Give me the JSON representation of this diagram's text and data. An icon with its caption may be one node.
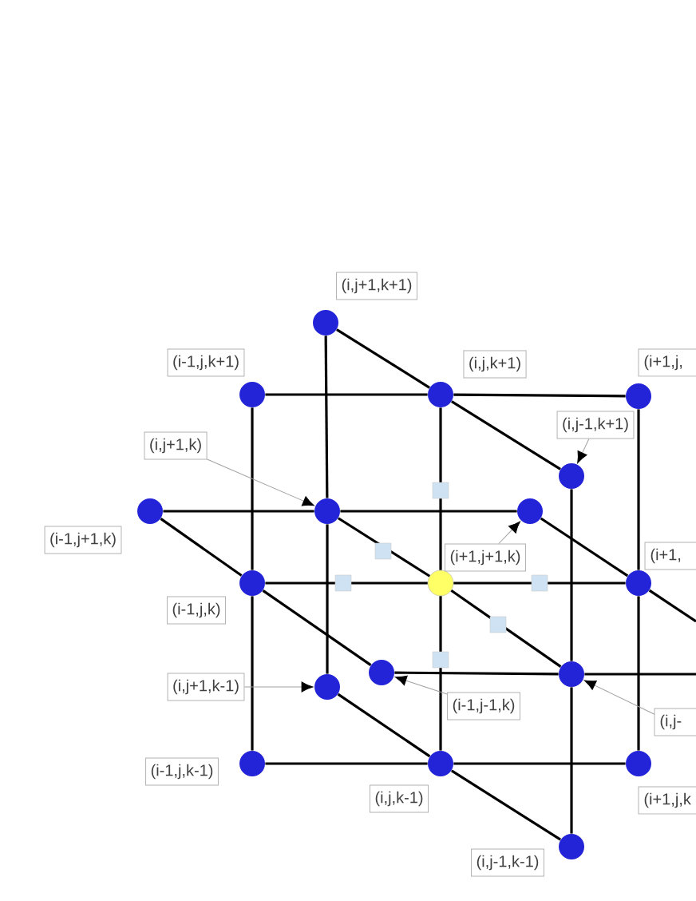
{
  "diagram": {
    "nodes": [
      {
        "text": [],
        "shape": "circle"
      },
      {
        "text": [],
        "shape": "circle"
      },
      {
        "text": [],
        "shape": "circle"
      },
      {
        "text": [],
        "shape": "circle"
      },
      {
        "text": [],
        "shape": "circle"
      },
      {
        "text": [],
        "shape": "circle"
      },
      {
        "text": [],
        "shape": "circle"
      },
      {
        "text": [],
        "shape": "circle"
      },
      {
        "text": [],
        "shape": "circle"
      },
      {
        "text": [],
        "shape": "circle"
      },
      {
        "text": [],
        "shape": "circle"
      },
      {
        "text": [],
        "shape": "circle"
      },
      {
        "text": [],
        "shape": "circle"
      },
      {
        "text": [],
        "shape": "circle"
      },
      {
        "text": [],
        "shape": "circle"
      },
      {
        "text": [],
        "shape": "circle"
      },
      {
        "text": [],
        "shape": "circle"
      },
      {
        "text": [],
        "shape": "circle"
      },
      {
        "text": [
          "(i,j+1,k+1)"
        ]
      },
      {
        "text": [
          "(i-1,j,k+1)"
        ]
      },
      {
        "text": [
          "(i,j,k+1)"
        ]
      },
      {
        "text": [
          "(i+1,j,"
        ]
      },
      {
        "text": [
          "(i,j+1,k)"
        ]
      },
      {
        "text": [
          "(i,j-1,k+1)"
        ]
      },
      {
        "text": [
          "(i+1,j+1,k)"
        ]
      },
      {
        "text": [
          "(i-1,j+1,k)"
        ]
      },
      {
        "text": [
          "(i+1,"
        ]
      },
      {
        "text": [
          "(i-1,j,k)"
        ]
      },
      {
        "text": [
          "(i,j+1,k-1)"
        ]
      },
      {
        "text": [
          "(i-1,j-1,k)"
        ]
      },
      {
        "text": [
          "(i,j-"
        ]
      },
      {
        "text": [
          "(i-1,j,k-1)"
        ]
      },
      {
        "text": [
          "(i,j,k-1)"
        ]
      },
      {
        "text": [
          "(i+1,j,k"
        ]
      },
      {
        "text": [
          "(i,j-1,k-1)"
        ]
      }
    ],
    "edges": [
      {
        "from": 0,
        "to": 6,
        "arrow": "none"
      },
      {
        "from": 6,
        "to": 13,
        "arrow": "none"
      },
      {
        "from": 0,
        "to": 2,
        "arrow": "none"
      },
      {
        "from": 2,
        "to": 4,
        "arrow": "none"
      },
      {
        "from": 1,
        "to": 2,
        "arrow": "none"
      },
      {
        "from": 2,
        "to": 3,
        "arrow": "none"
      },
      {
        "from": 1,
        "to": 8,
        "arrow": "none"
      },
      {
        "from": 8,
        "to": 14,
        "arrow": "none"
      },
      {
        "from": 2,
        "to": 9,
        "arrow": "none"
      },
      {
        "from": 9,
        "to": 15,
        "arrow": "none"
      },
      {
        "from": 3,
        "to": 10,
        "arrow": "none"
      },
      {
        "from": 10,
        "to": 16,
        "arrow": "none"
      },
      {
        "from": 4,
        "to": 12,
        "arrow": "none"
      },
      {
        "from": 12,
        "to": 17,
        "arrow": "none"
      },
      {
        "from": 5,
        "to": 6,
        "arrow": "none"
      },
      {
        "from": 6,
        "to": 7,
        "arrow": "none"
      },
      {
        "from": 5,
        "to": 8,
        "arrow": "none"
      },
      {
        "from": 8,
        "to": 11,
        "arrow": "none"
      },
      {
        "from": 6,
        "to": 9,
        "arrow": "none"
      },
      {
        "from": 9,
        "to": 12,
        "arrow": "none"
      },
      {
        "from": 7,
        "to": 10,
        "arrow": "none"
      },
      {
        "from": 10,
        "to": null,
        "arrow": "none"
      },
      {
        "from": 8,
        "to": 9,
        "arrow": "none"
      },
      {
        "from": 9,
        "to": 10,
        "arrow": "none"
      },
      {
        "from": 11,
        "to": 12,
        "arrow": "none"
      },
      {
        "from": 12,
        "to": null,
        "arrow": "none"
      },
      {
        "from": 13,
        "to": 15,
        "arrow": "none"
      },
      {
        "from": 15,
        "to": 17,
        "arrow": "none"
      },
      {
        "from": 14,
        "to": 15,
        "arrow": "none"
      },
      {
        "from": 15,
        "to": 16,
        "arrow": "none"
      },
      {
        "from": 22,
        "to": 6,
        "arrow": "to",
        "color": "#a0a0a0"
      },
      {
        "from": 23,
        "to": 4,
        "arrow": "to",
        "color": "#a0a0a0"
      },
      {
        "from": 24,
        "to": 7,
        "arrow": "to",
        "color": "#a0a0a0"
      },
      {
        "from": 28,
        "to": 13,
        "arrow": "to",
        "color": "#a0a0a0"
      },
      {
        "from": 29,
        "to": 11,
        "arrow": "to",
        "color": "#a0a0a0"
      },
      {
        "from": 30,
        "to": 12,
        "arrow": "to",
        "color": "#a0a0a0"
      }
    ]
  }
}
